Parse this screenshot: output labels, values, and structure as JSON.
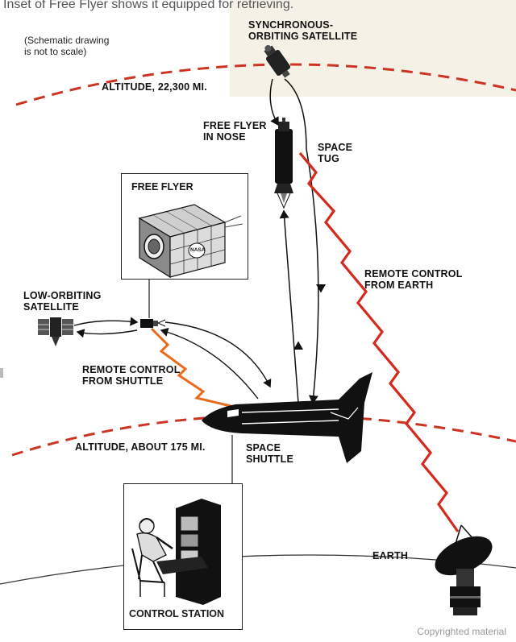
{
  "caption": "Inset of Free Flyer shows it equipped for retrieving.",
  "note": [
    "(Schematic drawing",
    "is not to scale)"
  ],
  "labels": {
    "sync_sat": [
      "SYNCHRONOUS-",
      "ORBITING SATELLITE"
    ],
    "altitude_high": "ALTITUDE, 22,300 MI.",
    "free_flyer_nose": [
      "FREE FLYER",
      "IN NOSE"
    ],
    "space_tug": [
      "SPACE",
      "TUG"
    ],
    "free_flyer": "FREE FLYER",
    "remote_earth": [
      "REMOTE CONTROL",
      "FROM EARTH"
    ],
    "low_orbit_sat": [
      "LOW-ORBITING",
      "SATELLITE"
    ],
    "remote_shuttle": [
      "REMOTE CONTROL",
      "FROM SHUTTLE"
    ],
    "altitude_low": "ALTITUDE, ABOUT 175 MI.",
    "space_shuttle": [
      "SPACE",
      "SHUTTLE"
    ],
    "earth": "EARTH",
    "control_station": "CONTROL STATION",
    "nasa_logo": "NASA"
  },
  "copyright": "Copyrighted material",
  "colors": {
    "orbit_dash": "#cc3322",
    "earth_beam": "#d42a1e",
    "shuttle_beam": "#e86a1a",
    "ink": "#111111",
    "band": "#f6f1e7"
  }
}
